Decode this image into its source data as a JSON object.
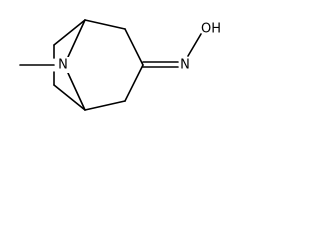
{
  "molecule": {
    "atoms": {
      "ring_nitrogen": "N",
      "oxime_nitrogen": "N",
      "hydroxyl": "OH"
    },
    "colors": {
      "bond": "#000000",
      "label": "#000000",
      "background": "#ffffff"
    }
  }
}
